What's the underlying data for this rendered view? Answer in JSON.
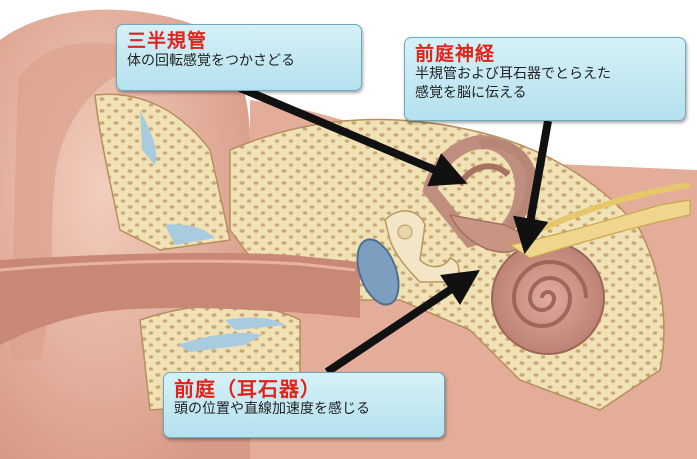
{
  "labels": {
    "semicircular": {
      "title": "三半規管",
      "desc": "体の回転感覚をつかさどる"
    },
    "vestibular_nerve": {
      "title": "前庭神経",
      "desc_line1": "半規管および耳石器でとらえた",
      "desc_line2": "感覚を脳に伝える"
    },
    "vestibule": {
      "title": "前庭（耳石器）",
      "desc": "頭の位置や直線加速度を感じる"
    }
  },
  "colors": {
    "title_red": "#e2231a",
    "callout_fill": "#c6e9f3",
    "skin": "#e8b9a6",
    "bone": "#efdfb0",
    "inner_ear": "#c89484",
    "arrow": "#111111"
  }
}
